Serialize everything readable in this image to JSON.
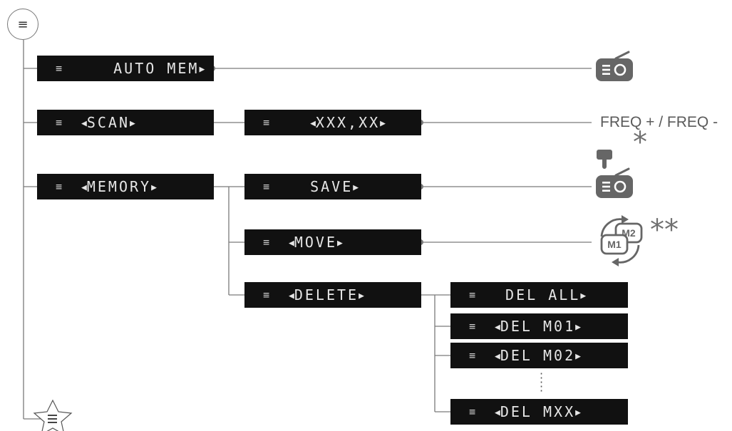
{
  "root_menu_glyph": "≡",
  "menu_glyph": "≡",
  "items": {
    "auto_mem": {
      "text": "AUTO MEM",
      "left_arrow": "",
      "right_arrow": "▶"
    },
    "scan": {
      "text": "SCAN",
      "left_arrow": "◀",
      "right_arrow": "▶"
    },
    "freq": {
      "text": "XXX,XX",
      "left_arrow": "◀",
      "right_arrow": "▶"
    },
    "memory": {
      "text": "MEMORY",
      "left_arrow": "◀",
      "right_arrow": "▶"
    },
    "save": {
      "text": "SAVE",
      "left_arrow": "",
      "right_arrow": "▶"
    },
    "move": {
      "text": "MOVE",
      "left_arrow": "◀",
      "right_arrow": "▶"
    },
    "delete": {
      "text": "DELETE",
      "left_arrow": "◀",
      "right_arrow": "▶"
    },
    "del_all": {
      "text": "DEL ALL",
      "left_arrow": "",
      "right_arrow": "▶"
    },
    "del_m01": {
      "text": "DEL M01",
      "left_arrow": "◀",
      "right_arrow": "▶"
    },
    "del_m02": {
      "text": "DEL M02",
      "left_arrow": "◀",
      "right_arrow": "▶"
    },
    "del_mxx": {
      "text": "DEL MXX",
      "left_arrow": "◀",
      "right_arrow": "▶"
    }
  },
  "labels": {
    "freq_label": "FREQ + / FREQ -",
    "save_note": "*",
    "move_note": "**",
    "m1": "M1",
    "m2": "M2"
  },
  "icons": {
    "auto_mem": "radio-icon",
    "save": "press-hold-radio-icon",
    "move": "memory-swap-icon",
    "favorites": "star-menu-icon"
  },
  "colors": {
    "lcd_background": "#111111",
    "lcd_text": "#e6e6e6",
    "connector": "#7a7a7a",
    "icon_fill": "#666666"
  }
}
